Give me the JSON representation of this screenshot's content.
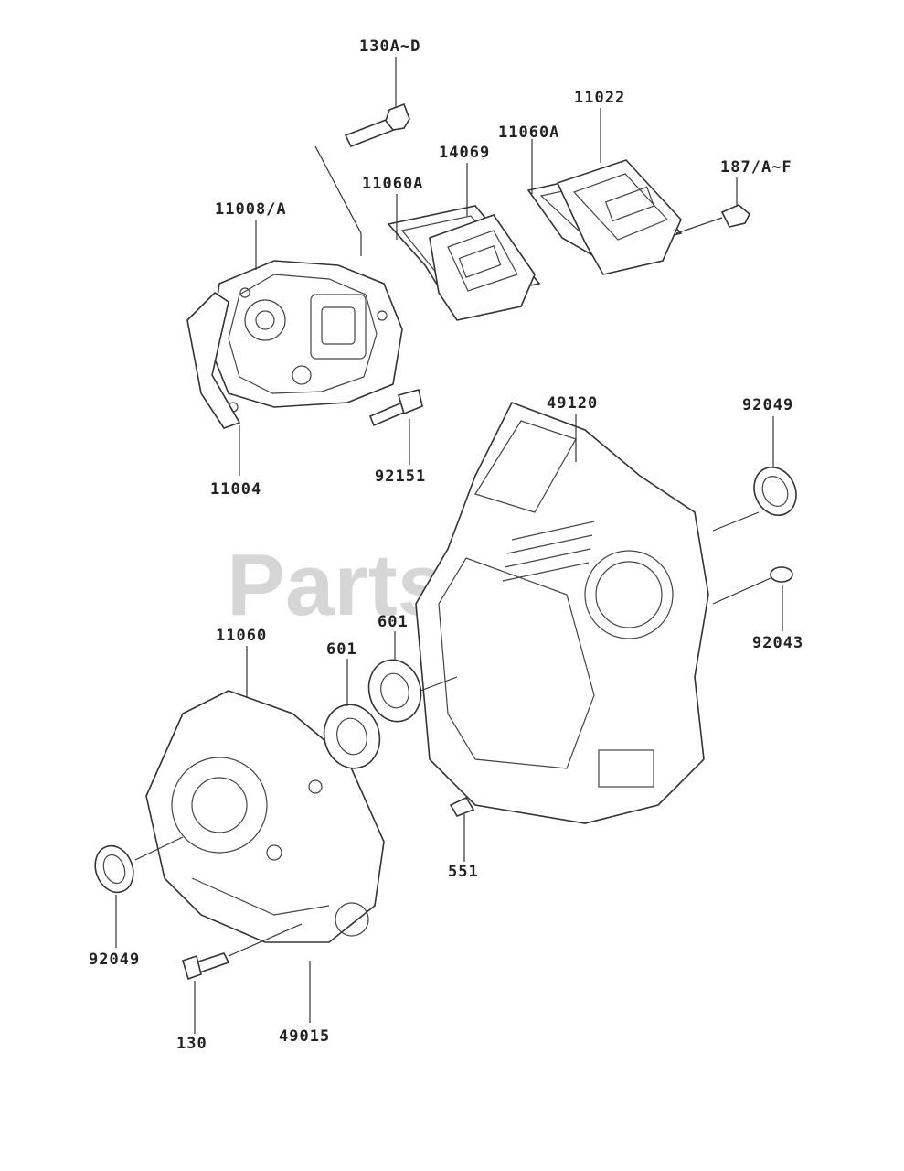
{
  "watermark": {
    "text": "PartsTree",
    "mark": "TM"
  },
  "callouts": [
    {
      "id": "130a-d",
      "text": "130A~D"
    },
    {
      "id": "11022",
      "text": "11022"
    },
    {
      "id": "11060a-top",
      "text": "11060A"
    },
    {
      "id": "14069",
      "text": "14069"
    },
    {
      "id": "187",
      "text": "187/A~F"
    },
    {
      "id": "11060a-mid",
      "text": "11060A"
    },
    {
      "id": "11008",
      "text": "11008/A"
    },
    {
      "id": "49120",
      "text": "49120"
    },
    {
      "id": "92049-right",
      "text": "92049"
    },
    {
      "id": "11004",
      "text": "11004"
    },
    {
      "id": "92151",
      "text": "92151"
    },
    {
      "id": "92043",
      "text": "92043"
    },
    {
      "id": "11060",
      "text": "11060"
    },
    {
      "id": "601-right",
      "text": "601"
    },
    {
      "id": "601-left",
      "text": "601"
    },
    {
      "id": "551",
      "text": "551"
    },
    {
      "id": "92049-left",
      "text": "92049"
    },
    {
      "id": "130",
      "text": "130"
    },
    {
      "id": "49015",
      "text": "49015"
    }
  ]
}
